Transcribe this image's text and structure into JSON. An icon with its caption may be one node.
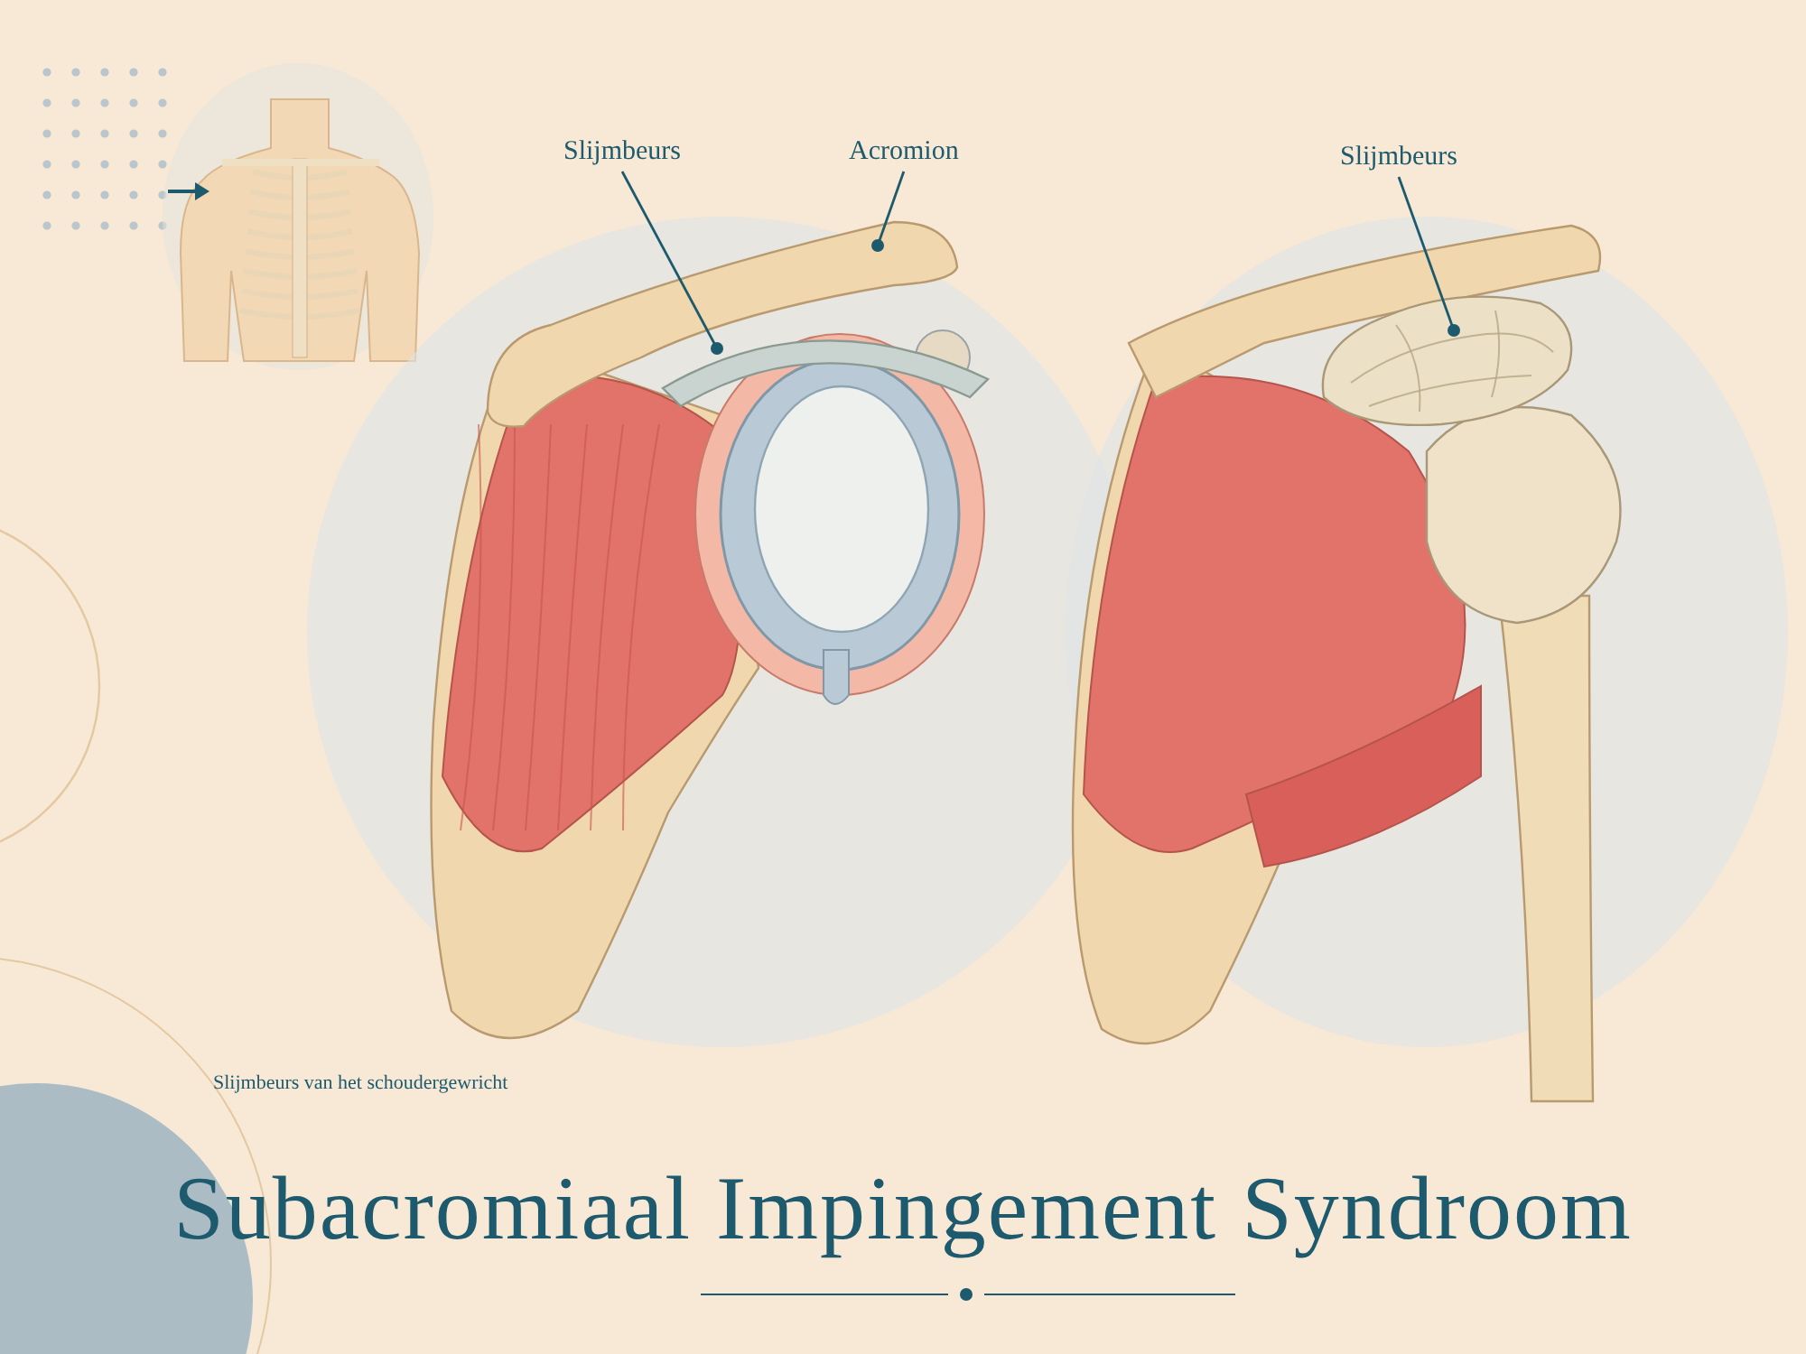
{
  "diagram": {
    "title": "Subacromiaal Impingement Syndroom",
    "caption": "Slijmbeurs van het schoudergewricht",
    "nodes": [
      {
        "text": [
          "Slijmbeurs"
        ]
      },
      {
        "text": [],
        "shape": "picture"
      },
      {
        "text": [
          "Acromion"
        ]
      },
      {
        "text": [],
        "shape": "picture"
      },
      {
        "text": [
          "Slijmbeurs"
        ]
      },
      {
        "text": [],
        "shape": "picture"
      }
    ],
    "edges": [
      {
        "from": 0,
        "to": 1,
        "arrow": "other"
      },
      {
        "from": 2,
        "to": 3,
        "arrow": "other"
      },
      {
        "from": 4,
        "to": 5,
        "arrow": "other"
      }
    ]
  }
}
